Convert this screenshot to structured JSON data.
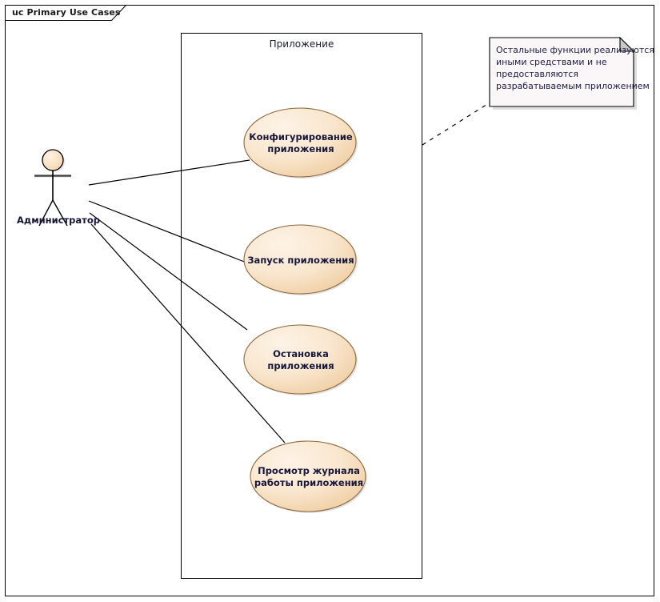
{
  "frame": {
    "tab_label": "uc Primary Use Cases",
    "border_color": "#000000"
  },
  "system_boundary": {
    "title": "Приложение",
    "border_color": "#000000"
  },
  "actor": {
    "name": "Администратор",
    "icon": "actor-stick-figure-icon",
    "head_fill": "#F8E0C0",
    "line_color": "#000000"
  },
  "use_cases": [
    {
      "id": "configure",
      "lines": [
        "Конфигурирование",
        "приложения"
      ],
      "fill_light": "#FDF0DE",
      "fill_dark": "#F0CFA4",
      "stroke": "#8C6A3F",
      "text_color": "#17173A"
    },
    {
      "id": "start",
      "lines": [
        "Запуск приложения"
      ],
      "fill_light": "#FDF0DE",
      "fill_dark": "#F0CFA4",
      "stroke": "#8C6A3F",
      "text_color": "#17173A"
    },
    {
      "id": "stop",
      "lines": [
        "Остановка",
        "приложения"
      ],
      "fill_light": "#FDF0DE",
      "fill_dark": "#F0CFA4",
      "stroke": "#8C6A3F",
      "text_color": "#17173A"
    },
    {
      "id": "viewlog",
      "lines": [
        "Просмотр журнала",
        "работы приложения"
      ],
      "fill_light": "#FDF0DE",
      "fill_dark": "#F0CFA4",
      "stroke": "#8C6A3F",
      "text_color": "#17173A"
    }
  ],
  "note": {
    "lines": [
      "Остальные функции реализуются",
      "иными средствами и не",
      "предоставляются",
      "разрабатываемым приложением"
    ],
    "fill": "#FBF6F7",
    "stroke": "#000000",
    "fold_fill": "#C9C9C9",
    "text_color": "#22224A",
    "connector_style": "dashed"
  },
  "associations": [
    {
      "from": "Администратор",
      "to": "Конфигурирование приложения"
    },
    {
      "from": "Администратор",
      "to": "Запуск приложения"
    },
    {
      "from": "Администратор",
      "to": "Остановка приложения"
    },
    {
      "from": "Администратор",
      "to": "Просмотр журнала работы приложения"
    }
  ]
}
